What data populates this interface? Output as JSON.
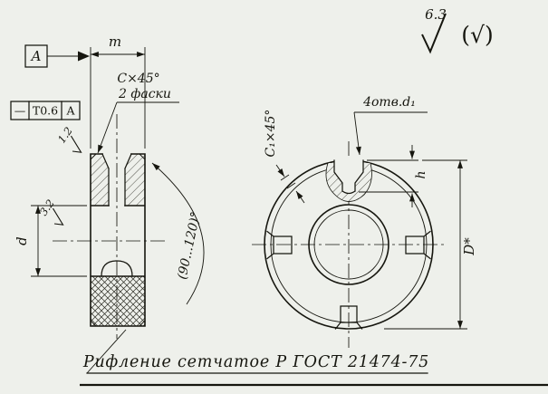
{
  "finish": {
    "general": "6.3",
    "rest": "(√)"
  },
  "datum": {
    "label": "A"
  },
  "tolerance": {
    "symbol": "—",
    "value": "T0.6",
    "datum": "A"
  },
  "left_view": {
    "m": "m",
    "chamfer": "C×45°",
    "chamfer_note": "2 фаски",
    "ra_top": "1.2",
    "ra_bore": "3.2",
    "d": "d",
    "angle": "(90...120)°"
  },
  "right_view": {
    "chamfer1": "C₁×45°",
    "holes": "4отв.d₁",
    "h": "h",
    "D": "D*"
  },
  "note": "Рифление сетчатое Р ГОСТ 21474-75"
}
